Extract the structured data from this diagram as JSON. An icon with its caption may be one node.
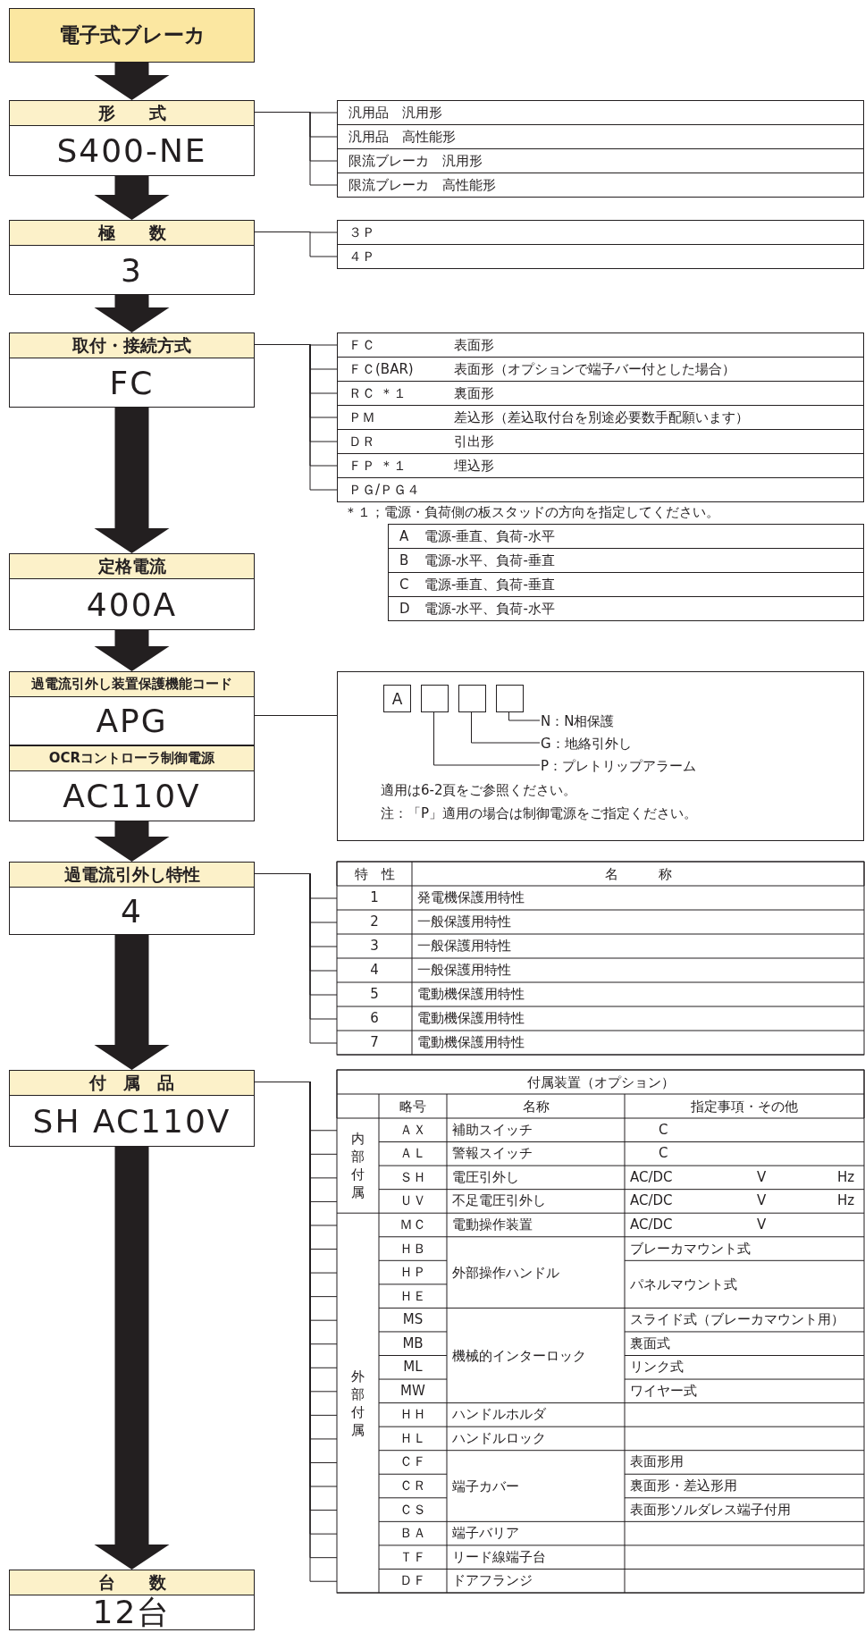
{
  "diagram": {
    "nodes": [
      {
        "text": [
          "電子式ブレーカ"
        ]
      },
      {
        "text": [
          "形　　式",
          "S400-NE"
        ]
      },
      {
        "text": [
          "汎用品　汎用形"
        ]
      },
      {
        "text": [
          "汎用品　高性能形"
        ]
      },
      {
        "text": [
          "限流ブレーカ　汎用形"
        ]
      },
      {
        "text": [
          "限流ブレーカ　高性能形"
        ]
      },
      {
        "text": [
          "極　　数",
          "3"
        ]
      },
      {
        "text": [
          "３Ｐ"
        ]
      },
      {
        "text": [
          "４Ｐ"
        ]
      },
      {
        "text": [
          "取付・接続方式",
          "FC"
        ]
      },
      {
        "text": [
          "ＦＣ",
          "表面形"
        ]
      },
      {
        "text": [
          "ＦＣ(BAR)",
          "表面形（オプションで端子バー付とした場合）"
        ]
      },
      {
        "text": [
          "ＲＣ ＊１",
          "裏面形"
        ]
      },
      {
        "text": [
          "ＰＭ",
          "差込形（差込取付台を別途必要数手配願います）"
        ]
      },
      {
        "text": [
          "ＤＲ",
          "引出形"
        ]
      },
      {
        "text": [
          "ＦＰ ＊１",
          "埋込形"
        ]
      },
      {
        "text": [
          "ＰＧ/ＰＧ４"
        ]
      },
      {
        "text": [
          "A",
          "電源-垂直、負荷-水平"
        ]
      },
      {
        "text": [
          "B",
          "電源-水平、負荷-垂直"
        ]
      },
      {
        "text": [
          "C",
          "電源-垂直、負荷-垂直"
        ]
      },
      {
        "text": [
          "D",
          "電源-水平、負荷-水平"
        ]
      },
      {
        "text": [
          "定格電流",
          "400A"
        ]
      },
      {
        "text": [
          "過電流引外し装置保護機能コード",
          "APG"
        ]
      },
      {
        "text": [
          "OCRコントローラ制御電源",
          "AC110V"
        ]
      },
      {
        "text": [
          "適用は6-2頁をご参照ください。",
          "注：「P」適用の場合は制御電源をご指定ください。"
        ]
      },
      {
        "text": [
          "A"
        ],
        "in": 24
      },
      {
        "text": [],
        "shape": "box",
        "in": 24
      },
      {
        "text": [],
        "shape": "box",
        "in": 24
      },
      {
        "text": [],
        "shape": "box",
        "in": 24
      },
      {
        "text": [
          "N：N相保護"
        ],
        "in": 24
      },
      {
        "text": [
          "G：地絡引外し"
        ],
        "in": 24
      },
      {
        "text": [
          "P：プレトリップアラーム"
        ],
        "in": 24
      },
      {
        "text": [
          "過電流引外し特性",
          "4"
        ]
      },
      {
        "text": [
          "1",
          "発電機保護用特性"
        ]
      },
      {
        "text": [
          "2",
          "一般保護用特性"
        ]
      },
      {
        "text": [
          "3",
          "一般保護用特性"
        ]
      },
      {
        "text": [
          "4",
          "一般保護用特性"
        ]
      },
      {
        "text": [
          "5",
          "電動機保護用特性"
        ]
      },
      {
        "text": [
          "6",
          "電動機保護用特性"
        ]
      },
      {
        "text": [
          "7",
          "電動機保護用特性"
        ]
      },
      {
        "text": [
          "付　属　品",
          "SH AC110V"
        ]
      },
      {
        "text": [
          "ＡＸ",
          "補助スイッチ",
          "C"
        ]
      },
      {
        "text": [
          "ＡＬ",
          "警報スイッチ",
          "C"
        ]
      },
      {
        "text": [
          "ＳＨ",
          "電圧引外し",
          "AC/DC",
          "V",
          "Hz"
        ]
      },
      {
        "text": [
          "ＵＶ",
          "不足電圧引外し",
          "AC/DC",
          "V",
          "Hz"
        ]
      },
      {
        "text": [
          "ＭＣ",
          "電動操作装置",
          "AC/DC",
          "V"
        ]
      },
      {
        "text": [
          "ＨＢ",
          "ブレーカマウント式"
        ]
      },
      {
        "text": [
          "ＨＰ"
        ]
      },
      {
        "text": [
          "ＨＥ"
        ]
      },
      {
        "text": [
          "MS",
          "スライド式（ブレーカマウント用）"
        ]
      },
      {
        "text": [
          "MB",
          "裏面式"
        ]
      },
      {
        "text": [
          "ML",
          "リンク式"
        ]
      },
      {
        "text": [
          "MW",
          "ワイヤー式"
        ]
      },
      {
        "text": [
          "ＨＨ",
          "ハンドルホルダ"
        ]
      },
      {
        "text": [
          "ＨＬ",
          "ハンドルロック"
        ]
      },
      {
        "text": [
          "ＣＦ",
          "表面形用"
        ]
      },
      {
        "text": [
          "ＣＲ",
          "裏面形・差込形用"
        ]
      },
      {
        "text": [
          "ＣＳ",
          "表面形ソルダレス端子付用"
        ]
      },
      {
        "text": [
          "ＢＡ",
          "端子バリア"
        ]
      },
      {
        "text": [
          "ＴＦ",
          "リード線端子台"
        ]
      },
      {
        "text": [
          "ＤＦ",
          "ドアフランジ"
        ]
      },
      {
        "text": [
          "台　　数",
          "12台"
        ]
      }
    ],
    "edges": [
      {
        "from": 0,
        "to": 1,
        "arrow": "to",
        "style": "thick"
      },
      {
        "from": 1,
        "to": 2,
        "arrow": "none"
      },
      {
        "from": 1,
        "to": 3,
        "arrow": "none"
      },
      {
        "from": 1,
        "to": 4,
        "arrow": "none"
      },
      {
        "from": 1,
        "to": 5,
        "arrow": "none"
      },
      {
        "from": 1,
        "to": 6,
        "arrow": "to",
        "style": "thick"
      },
      {
        "from": 6,
        "to": 7,
        "arrow": "none"
      },
      {
        "from": 6,
        "to": 8,
        "arrow": "none"
      },
      {
        "from": 6,
        "to": 9,
        "arrow": "to",
        "style": "thick"
      },
      {
        "from": 9,
        "to": 10,
        "arrow": "none"
      },
      {
        "from": 9,
        "to": 11,
        "arrow": "none"
      },
      {
        "from": 9,
        "to": 12,
        "arrow": "none"
      },
      {
        "from": 9,
        "to": 13,
        "arrow": "none"
      },
      {
        "from": 9,
        "to": 14,
        "arrow": "none"
      },
      {
        "from": 9,
        "to": 15,
        "arrow": "none"
      },
      {
        "from": 9,
        "to": 16,
        "arrow": "none"
      },
      {
        "from": 9,
        "to": 21,
        "arrow": "to",
        "style": "thick"
      },
      {
        "from": 21,
        "to": 22,
        "arrow": "to",
        "style": "thick"
      },
      {
        "from": 22,
        "to": 24,
        "arrow": "none"
      },
      {
        "from": 28,
        "to": 29,
        "arrow": "none"
      },
      {
        "from": 27,
        "to": 30,
        "arrow": "none"
      },
      {
        "from": 26,
        "to": 31,
        "arrow": "none"
      },
      {
        "from": 23,
        "to": 32,
        "arrow": "to",
        "style": "thick"
      },
      {
        "from": 32,
        "to": 33,
        "arrow": "none"
      },
      {
        "from": 32,
        "to": 34,
        "arrow": "none"
      },
      {
        "from": 32,
        "to": 35,
        "arrow": "none"
      },
      {
        "from": 32,
        "to": 36,
        "arrow": "none"
      },
      {
        "from": 32,
        "to": 37,
        "arrow": "none"
      },
      {
        "from": 32,
        "to": 38,
        "arrow": "none"
      },
      {
        "from": 32,
        "to": 39,
        "arrow": "none"
      },
      {
        "from": 32,
        "to": 40,
        "arrow": "to",
        "style": "thick"
      },
      {
        "from": 40,
        "to": 41,
        "arrow": "none"
      },
      {
        "from": 40,
        "to": 42,
        "arrow": "none"
      },
      {
        "from": 40,
        "to": 43,
        "arrow": "none"
      },
      {
        "from": 40,
        "to": 44,
        "arrow": "none"
      },
      {
        "from": 40,
        "to": 45,
        "arrow": "none"
      },
      {
        "from": 40,
        "to": 46,
        "arrow": "none"
      },
      {
        "from": 40,
        "to": 47,
        "arrow": "none"
      },
      {
        "from": 40,
        "to": 48,
        "arrow": "none"
      },
      {
        "from": 40,
        "to": 49,
        "arrow": "none"
      },
      {
        "from": 40,
        "to": 50,
        "arrow": "none"
      },
      {
        "from": 40,
        "to": 51,
        "arrow": "none"
      },
      {
        "from": 40,
        "to": 52,
        "arrow": "none"
      },
      {
        "from": 40,
        "to": 53,
        "arrow": "none"
      },
      {
        "from": 40,
        "to": 54,
        "arrow": "none"
      },
      {
        "from": 40,
        "to": 55,
        "arrow": "none"
      },
      {
        "from": 40,
        "to": 56,
        "arrow": "none"
      },
      {
        "from": 40,
        "to": 57,
        "arrow": "none"
      },
      {
        "from": 40,
        "to": 58,
        "arrow": "none"
      },
      {
        "from": 40,
        "to": 59,
        "arrow": "none"
      },
      {
        "from": 40,
        "to": 60,
        "arrow": "none"
      },
      {
        "from": 40,
        "to": 61,
        "arrow": "to",
        "style": "thick"
      }
    ],
    "labels": [
      "＊１；電源・負荷側の板スタッドの方向を指定してください。",
      "特　性",
      "名　　　称",
      "付属装置（オプション）",
      "略号",
      "名称",
      "指定事項・その他",
      "内部付属",
      "外部操作ハンドル",
      "パネルマウント式",
      "外部付属",
      "機械的インターロック",
      "端子カバー"
    ]
  }
}
